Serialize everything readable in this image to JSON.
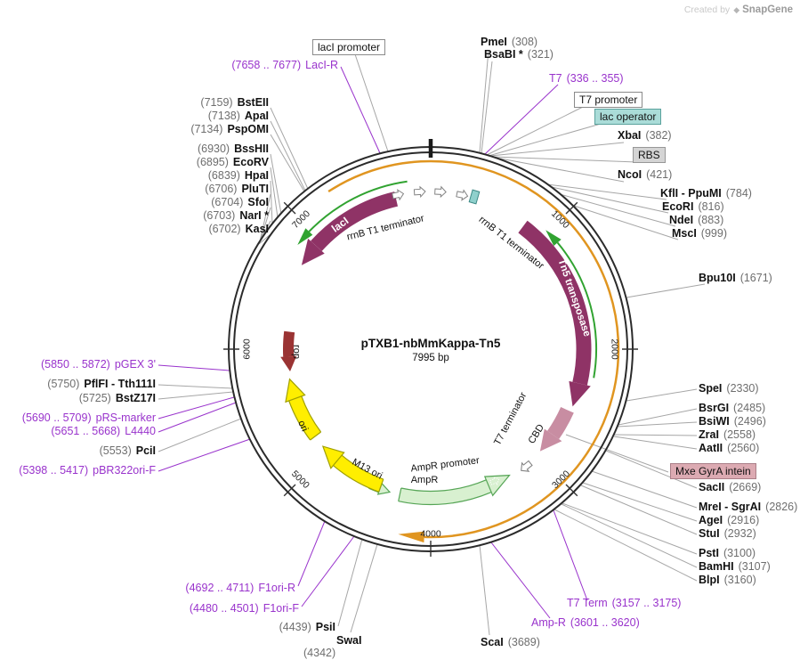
{
  "watermark": {
    "created_by": "Created by",
    "brand": "SnapGene"
  },
  "plasmid": {
    "name": "pTXB1-nbMmKappa-Tn5",
    "size_label": "7995 bp"
  },
  "ticks": [
    "1000",
    "2000",
    "3000",
    "4000",
    "5000",
    "6000",
    "7000"
  ],
  "colors": {
    "cds": "#8f3366",
    "cbd": "#c88da2",
    "amp_fill": "#d8f0d0",
    "amp_border": "#56a556",
    "origin_fill": "#ffee00",
    "origin_border": "#a0a000",
    "orf": "#e09520",
    "frame": "#31a331",
    "rop": "#9a3333",
    "primer": "#9933cc",
    "backbone": "#2b2b2b",
    "line": "#a6a6a6"
  },
  "arc_labels": {
    "laci": "lacI",
    "tn5": "Tn5 transposase",
    "rrnb_1": "rrnB T1 terminator",
    "rrnb_2": "rrnB T1 terminator",
    "t7_terminator": "T7 terminator",
    "cbd": "CBD",
    "ampr_promoter": "AmpR promoter",
    "ampr": "AmpR",
    "m13_ori": "M13 ori",
    "ori": "ori",
    "rop": "rop"
  },
  "callouts": [
    {
      "kind": "box",
      "text": "lacI promoter",
      "box": "white"
    },
    {
      "kind": "primer",
      "range": "(7658 .. 7677)",
      "name": "LacI-R"
    },
    {
      "kind": "enzyme",
      "name": "PmeI",
      "pos": "(308)"
    },
    {
      "kind": "enzyme",
      "name": "BsaBI *",
      "pos": "(321)"
    },
    {
      "kind": "primer",
      "name": "T7",
      "range": "(336 .. 355)"
    },
    {
      "kind": "box",
      "text": "T7 promoter",
      "box": "white"
    },
    {
      "kind": "box",
      "text": "lac operator",
      "box": "cyan"
    },
    {
      "kind": "enzyme",
      "name": "XbaI",
      "pos": "(382)"
    },
    {
      "kind": "box",
      "text": "RBS",
      "box": "gray"
    },
    {
      "kind": "enzyme",
      "name": "NcoI",
      "pos": "(421)"
    },
    {
      "kind": "enzyme",
      "name": "KflI - PpuMI",
      "pos": "(784)"
    },
    {
      "kind": "enzyme",
      "name": "EcoRI",
      "pos": "(816)"
    },
    {
      "kind": "enzyme",
      "name": "NdeI",
      "pos": "(883)"
    },
    {
      "kind": "enzyme",
      "name": "MscI",
      "pos": "(999)"
    },
    {
      "kind": "enzyme",
      "name": "Bpu10I",
      "pos": "(1671)"
    },
    {
      "kind": "enzyme",
      "pos": "(7159)",
      "name": "BstEII"
    },
    {
      "kind": "enzyme",
      "pos": "(7138)",
      "name": "ApaI"
    },
    {
      "kind": "enzyme",
      "pos": "(7134)",
      "name": "PspOMI"
    },
    {
      "kind": "enzyme",
      "pos": "(6930)",
      "name": "BssHII"
    },
    {
      "kind": "enzyme",
      "pos": "(6895)",
      "name": "EcoRV"
    },
    {
      "kind": "enzyme",
      "pos": "(6839)",
      "name": "HpaI"
    },
    {
      "kind": "enzyme",
      "pos": "(6706)",
      "name": "PluTI"
    },
    {
      "kind": "enzyme",
      "pos": "(6704)",
      "name": "SfoI"
    },
    {
      "kind": "enzyme",
      "pos": "(6703)",
      "name": "NarI *"
    },
    {
      "kind": "enzyme",
      "pos": "(6702)",
      "name": "KasI"
    },
    {
      "kind": "primer",
      "range": "(5850 .. 5872)",
      "name": "pGEX 3'"
    },
    {
      "kind": "enzyme",
      "pos": "(5750)",
      "name": "PflFI - Tth111I"
    },
    {
      "kind": "enzyme",
      "pos": "(5725)",
      "name": "BstZ17I"
    },
    {
      "kind": "primer",
      "range": "(5690 .. 5709)",
      "name": "pRS-marker"
    },
    {
      "kind": "primer",
      "range": "(5651 .. 5668)",
      "name": "L4440"
    },
    {
      "kind": "enzyme",
      "pos": "(5553)",
      "name": "PciI"
    },
    {
      "kind": "primer",
      "range": "(5398 .. 5417)",
      "name": "pBR322ori-F"
    },
    {
      "kind": "enzyme",
      "name": "SpeI",
      "pos": "(2330)"
    },
    {
      "kind": "enzyme",
      "name": "BsrGI",
      "pos": "(2485)"
    },
    {
      "kind": "enzyme",
      "name": "BsiWI",
      "pos": "(2496)"
    },
    {
      "kind": "enzyme",
      "name": "ZraI",
      "pos": "(2558)"
    },
    {
      "kind": "enzyme",
      "name": "AatII",
      "pos": "(2560)"
    },
    {
      "kind": "box",
      "text": "Mxe GyrA intein",
      "box": "rose"
    },
    {
      "kind": "enzyme",
      "name": "SacII",
      "pos": "(2669)"
    },
    {
      "kind": "enzyme",
      "name": "MreI - SgrAI",
      "pos": "(2826)"
    },
    {
      "kind": "enzyme",
      "name": "AgeI",
      "pos": "(2916)"
    },
    {
      "kind": "enzyme",
      "name": "StuI",
      "pos": "(2932)"
    },
    {
      "kind": "enzyme",
      "name": "PstI",
      "pos": "(3100)"
    },
    {
      "kind": "enzyme",
      "name": "BamHI",
      "pos": "(3107)"
    },
    {
      "kind": "enzyme",
      "name": "BlpI",
      "pos": "(3160)"
    },
    {
      "kind": "primer",
      "name": "T7 Term",
      "range": "(3157 .. 3175)"
    },
    {
      "kind": "primer",
      "name": "Amp-R",
      "range": "(3601 .. 3620)"
    },
    {
      "kind": "enzyme",
      "name": "ScaI",
      "pos": "(3689)"
    },
    {
      "kind": "nameonly",
      "name": "SwaI"
    },
    {
      "kind": "posonly",
      "pos": "(4342)"
    },
    {
      "kind": "enzyme",
      "pos": "(4439)",
      "name": "PsiI"
    },
    {
      "kind": "primer",
      "range": "(4480 .. 4501)",
      "name": "F1ori-F"
    },
    {
      "kind": "primer",
      "range": "(4692 .. 4711)",
      "name": "F1ori-R"
    }
  ]
}
